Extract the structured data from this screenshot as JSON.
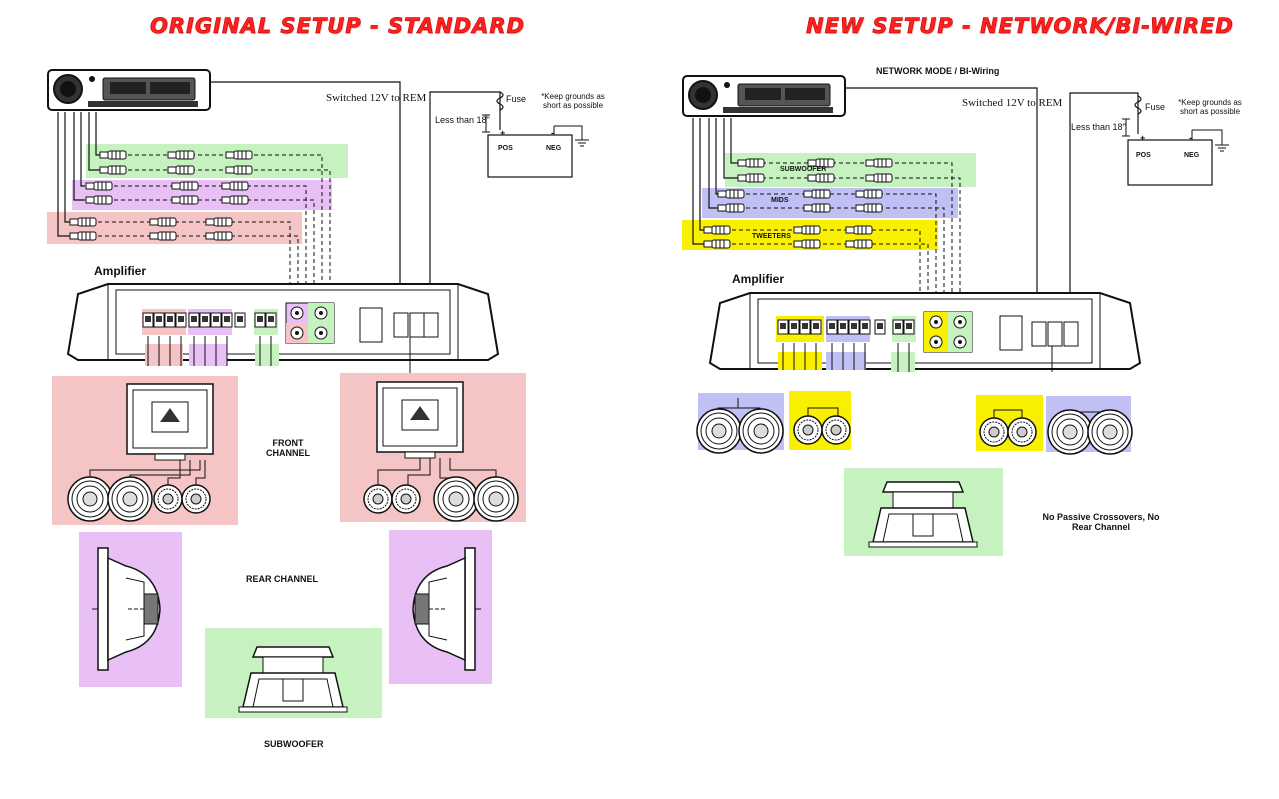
{
  "colors": {
    "front": "#f5c4c4",
    "rear": "#e8c0f5",
    "sub": "#c6f2c0",
    "mids": "#c0c0f5",
    "tweeters": "#f8f000",
    "title": "#ff2020"
  },
  "left": {
    "title": "ORIGINAL SETUP - STANDARD",
    "remote": "Switched 12V to REM",
    "fuse": "Fuse",
    "distance": "Less than 18\"",
    "grounds": "*Keep grounds as short as possible",
    "battery_pos_sign": "+",
    "battery_pos": "POS",
    "battery_neg_sign": "-",
    "battery_neg": "NEG",
    "amplifier": "Amplifier",
    "front": "FRONT CHANNEL",
    "rear": "REAR CHANNEL",
    "sub": "SUBWOOFER"
  },
  "right": {
    "title": "NEW SETUP - NETWORK/BI-WIRED",
    "mode": "NETWORK MODE / BI-Wiring",
    "remote": "Switched 12V to REM",
    "fuse": "Fuse",
    "distance": "Less than 18\"",
    "grounds": "*Keep grounds as short as possible",
    "battery_pos_sign": "+",
    "battery_pos": "POS",
    "battery_neg_sign": "-",
    "battery_neg": "NEG",
    "amplifier": "Amplifier",
    "rca_sub": "SUBWOOFER",
    "rca_mids": "MIDS",
    "rca_tweeters": "TWEETERS",
    "note": "No Passive Crossovers, No Rear Channel"
  },
  "icons": {
    "head_unit": "head-unit-icon",
    "battery": "battery-icon",
    "amplifier": "amplifier-icon",
    "crossover": "crossover-icon",
    "woofer": "woofer-icon",
    "tweeter": "tweeter-icon",
    "rear_speaker": "speaker-side-icon",
    "subwoofer": "subwoofer-icon",
    "ground": "ground-icon",
    "fuse": "fuse-icon"
  }
}
